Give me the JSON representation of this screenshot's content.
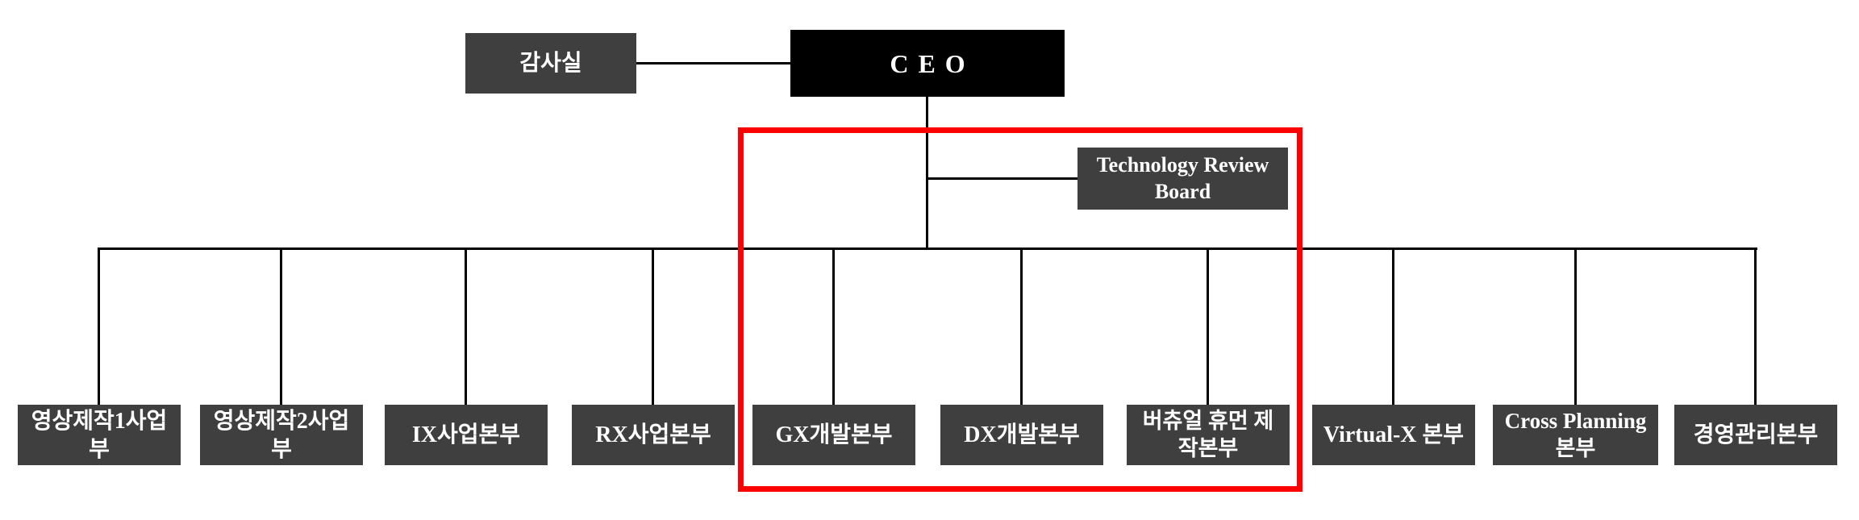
{
  "diagram": {
    "type": "org-chart",
    "root": {
      "label": "CEO"
    },
    "staff_nodes": [
      {
        "id": "audit",
        "label": "감사실",
        "connected_to": "CEO"
      },
      {
        "id": "technology-review-board",
        "label": "Technology Review Board",
        "connected_to": "CEO"
      }
    ],
    "departments": [
      {
        "label": "영상제작1사업부"
      },
      {
        "label": "영상제작2사업부"
      },
      {
        "label": "IX사업본부"
      },
      {
        "label": "RX사업본부"
      },
      {
        "label": "GX개발본부"
      },
      {
        "label": "DX개발본부"
      },
      {
        "label": "버츄얼 휴먼 제작본부"
      },
      {
        "label": "Virtual-X 본부"
      },
      {
        "label": "Cross Planning 본부"
      },
      {
        "label": "경영관리본부"
      }
    ],
    "highlight": {
      "color": "#ff0000",
      "enclosed_nodes": [
        "Technology Review Board",
        "GX개발본부",
        "DX개발본부",
        "버츄얼 휴먼 제작본부"
      ]
    },
    "colors": {
      "node_background": "#3f3f3f",
      "ceo_background": "#000000",
      "node_text": "#ffffff",
      "connector": "#000000",
      "page_background": "#ffffff"
    }
  }
}
